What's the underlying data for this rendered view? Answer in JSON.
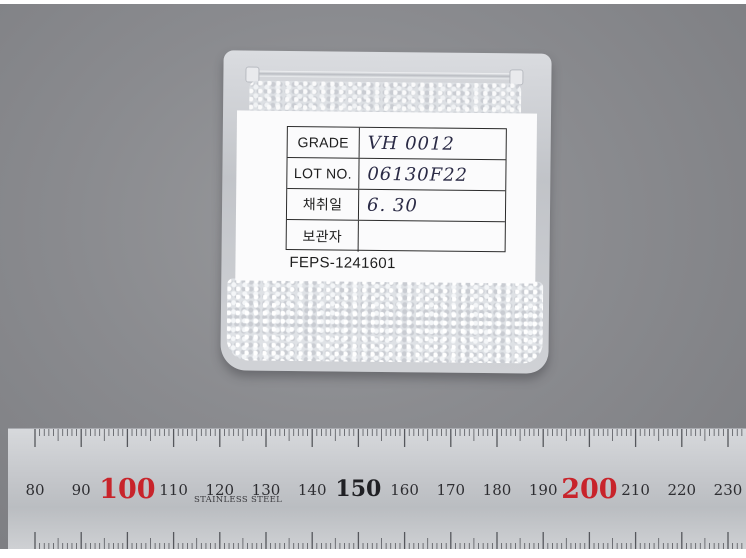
{
  "label": {
    "rows": [
      {
        "key": "GRADE",
        "value": "VH 0012"
      },
      {
        "key": "LOT NO.",
        "value": "06130F22"
      },
      {
        "key": "채취일",
        "value": "6. 30"
      },
      {
        "key": "보관자",
        "value": ""
      }
    ],
    "code": "FEPS-1241601"
  },
  "ruler": {
    "brand": "STAINLESS STEEL",
    "tick_labels": [
      "80",
      "90",
      "100",
      "110",
      "120",
      "130",
      "140",
      "150",
      "160",
      "170",
      "180",
      "190",
      "200",
      "210",
      "220",
      "230"
    ],
    "red_labels": [
      "100",
      "200"
    ],
    "major_labels": [
      "150"
    ],
    "colors": {
      "red": "#c8242b",
      "text": "#2e2e32"
    }
  },
  "colors": {
    "background": "#8a8b8f",
    "label": "#fbfbfc",
    "ink": "#2a2a45"
  }
}
